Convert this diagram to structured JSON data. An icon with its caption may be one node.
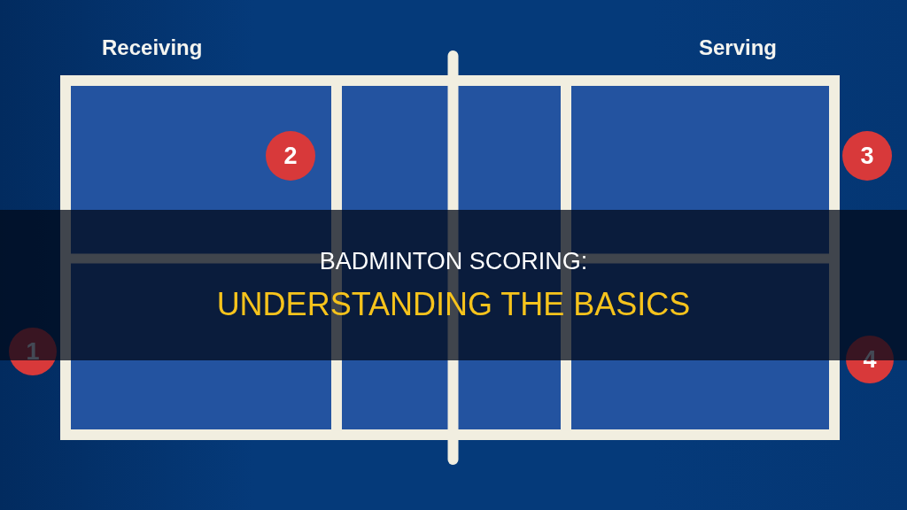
{
  "diagram": {
    "title": "BADMINTON SCORING:",
    "caption": "UNDERSTANDING THE BASICS",
    "nodes": [
      {
        "text": [
          "2"
        ]
      },
      {
        "text": [
          "3"
        ]
      },
      {
        "text": [
          "1"
        ]
      },
      {
        "text": [
          "4"
        ]
      }
    ],
    "labels": [
      "Receiving",
      "Serving"
    ]
  }
}
